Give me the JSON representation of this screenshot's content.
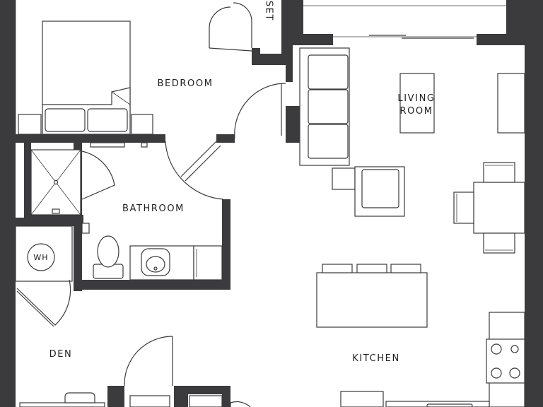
{
  "rooms": {
    "closet": "CLOSET",
    "bedroom": "BEDROOM",
    "living_room_line1": "LIVING",
    "living_room_line2": "ROOM",
    "bathroom": "BATHROOM",
    "water_heater": "WH",
    "den": "DEN",
    "kitchen": "KITCHEN"
  },
  "colors": {
    "wall": "#3b3b3d",
    "line": "#3b3b3d",
    "background": "#ffffff"
  }
}
